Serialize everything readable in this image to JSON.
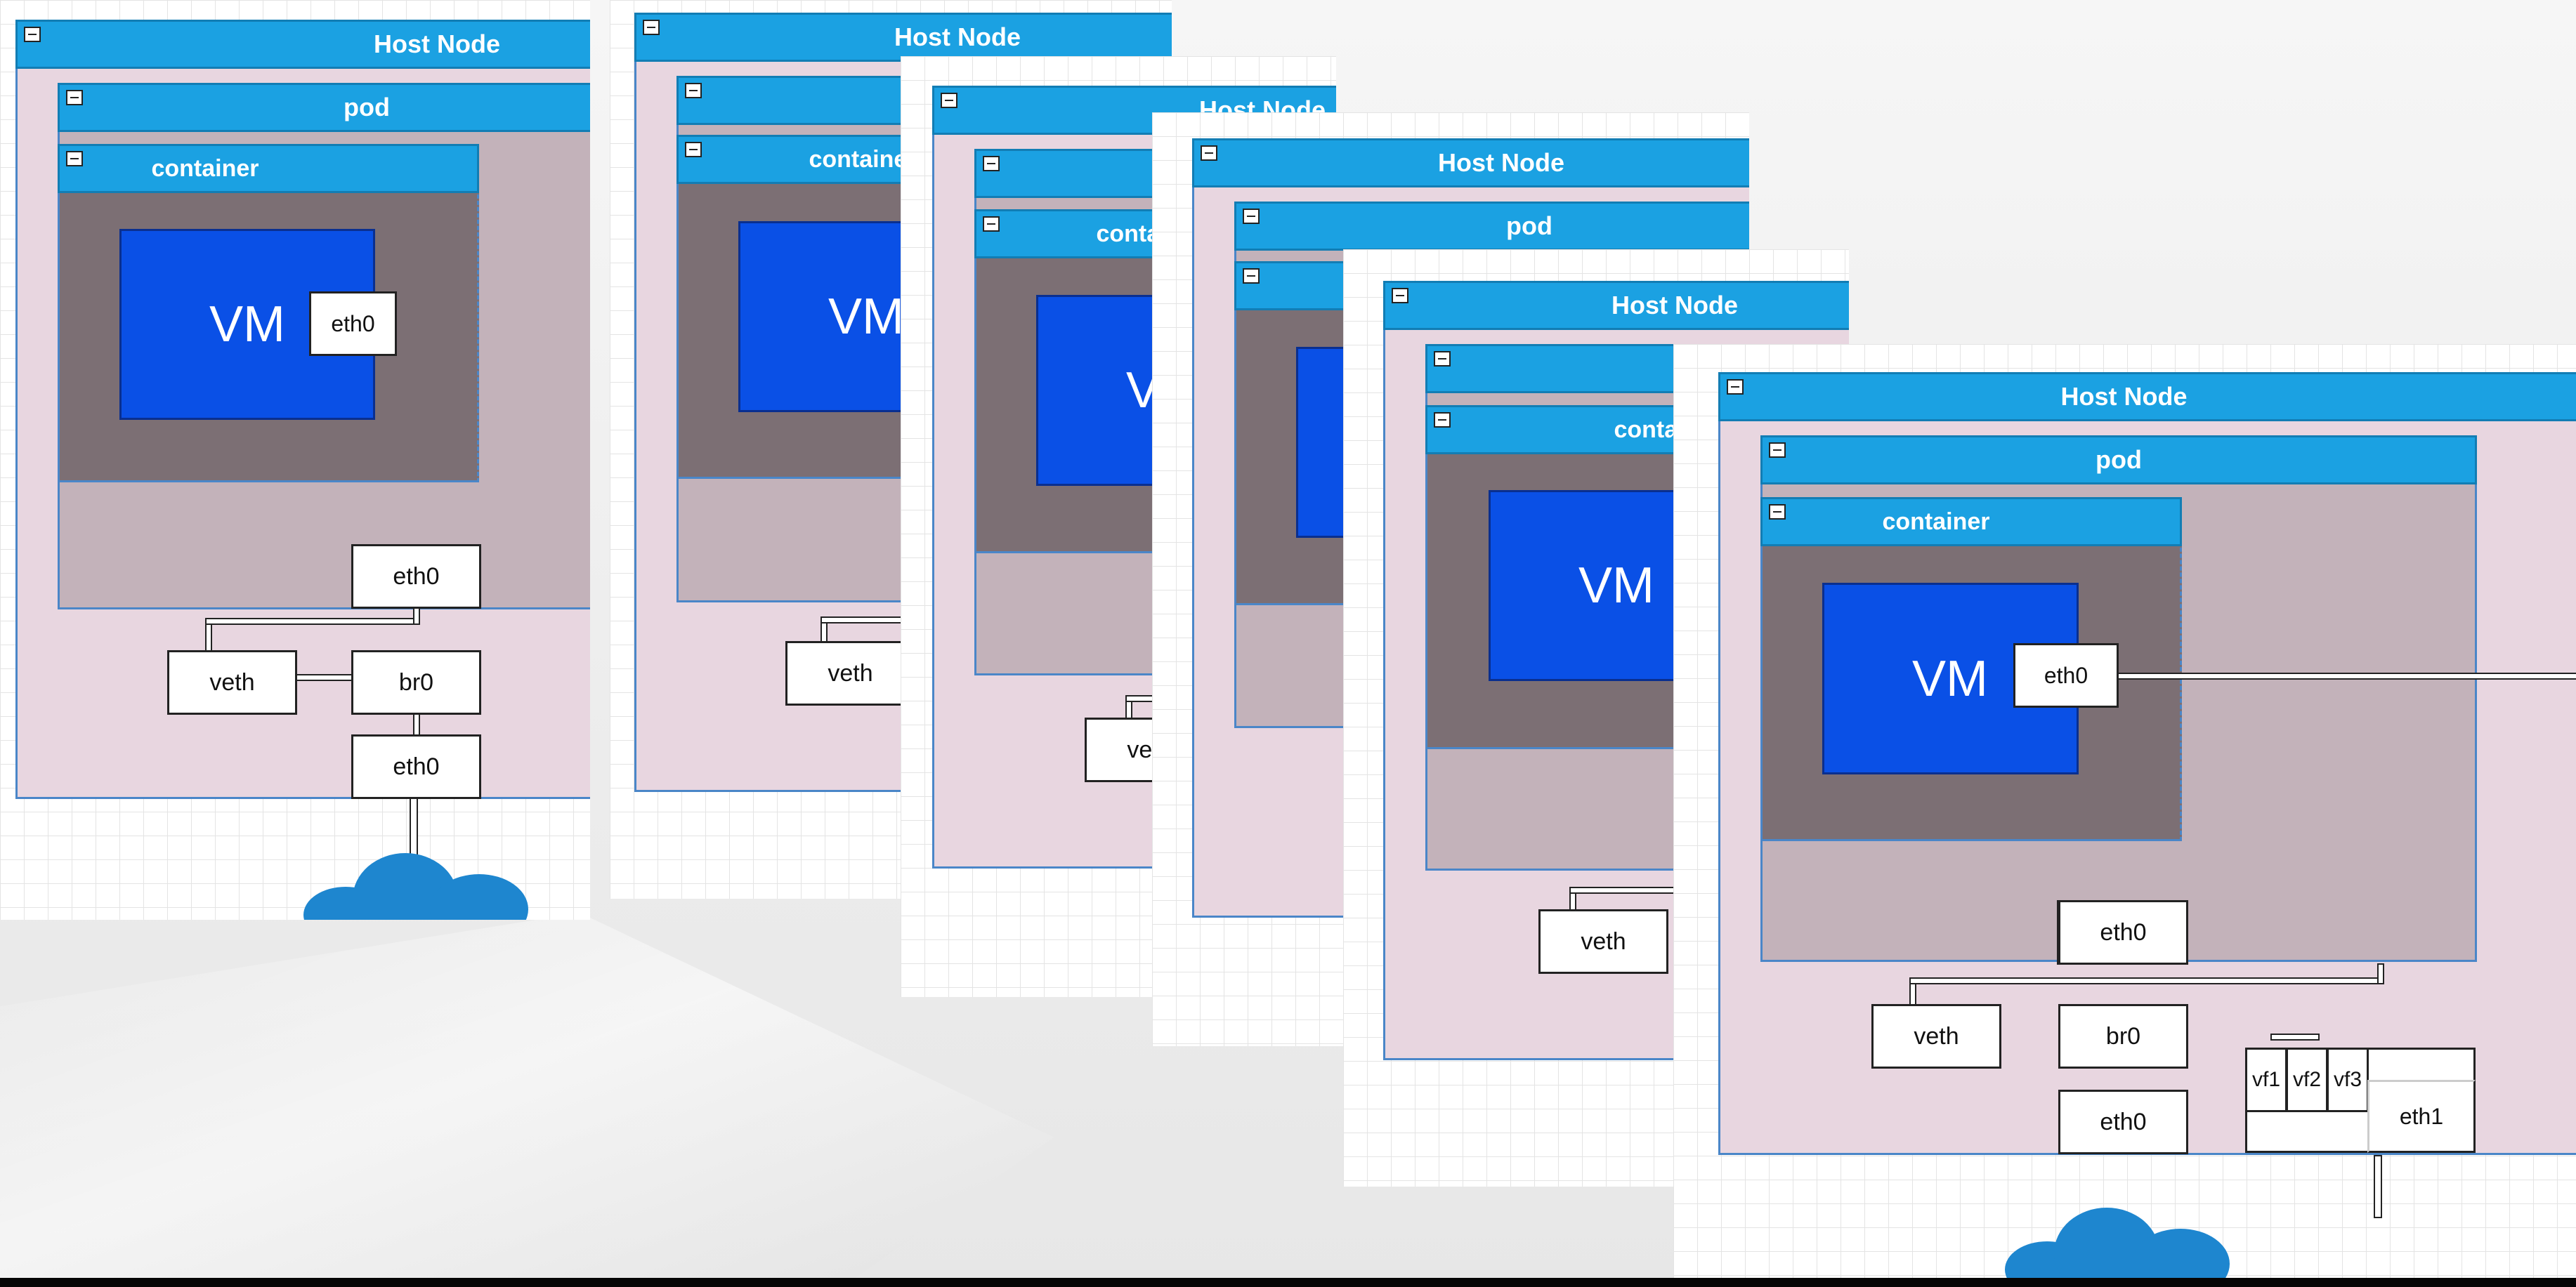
{
  "labels": {
    "host_node": "Host Node",
    "pod": "pod",
    "container": "container",
    "vm": "VM",
    "eth0": "eth0",
    "veth": "veth",
    "br0": "br0",
    "vf1": "vf1",
    "vf2": "vf2",
    "vf3": "vf3",
    "eth1": "eth1"
  },
  "colors": {
    "header_blue": "#1ba1e2",
    "vm_blue": "#0a50e6",
    "host_fill": "#e8d6e0",
    "pod_fill": "#c3b2ba",
    "container_fill": "#7c6f74",
    "cloud_blue": "#1e86cf"
  },
  "icons": [
    "collapse-icon",
    "cloud-icon"
  ]
}
